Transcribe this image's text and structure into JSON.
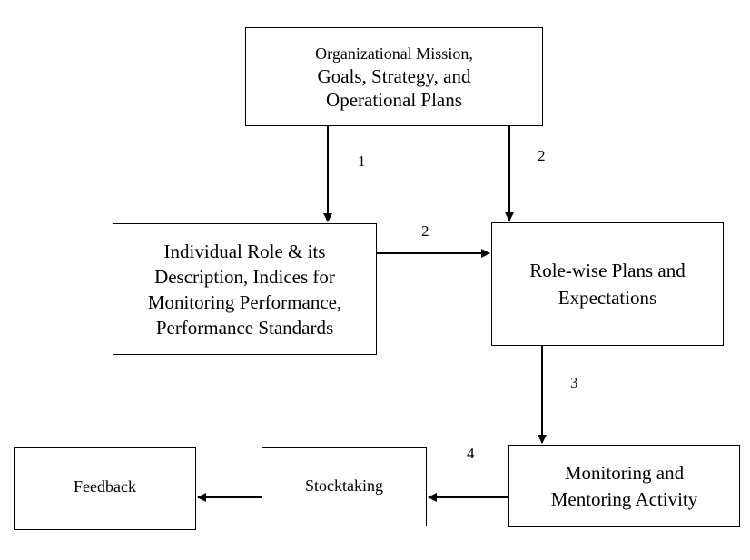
{
  "boxes": {
    "mission": {
      "lines": [
        "Organizational Mission,",
        "Goals, Strategy, and",
        "Operational Plans"
      ]
    },
    "role": {
      "lines": [
        "Individual Role & its",
        "Description, Indices for",
        "Monitoring Performance,",
        "Performance Standards"
      ]
    },
    "plans": {
      "lines": [
        "Role-wise Plans and",
        "Expectations"
      ]
    },
    "monitoring": {
      "lines": [
        "Monitoring and",
        "Mentoring Activity"
      ]
    },
    "stocktaking": {
      "lines": [
        "Stocktaking"
      ]
    },
    "feedback": {
      "lines": [
        "Feedback"
      ]
    }
  },
  "arrow_labels": {
    "mission_to_role": "1",
    "mission_to_plans": "2",
    "role_to_plans": "2",
    "plans_to_monitoring": "3",
    "monitoring_to_stocktaking": "4"
  },
  "colors": {
    "line": "#000000",
    "background": "#ffffff"
  }
}
